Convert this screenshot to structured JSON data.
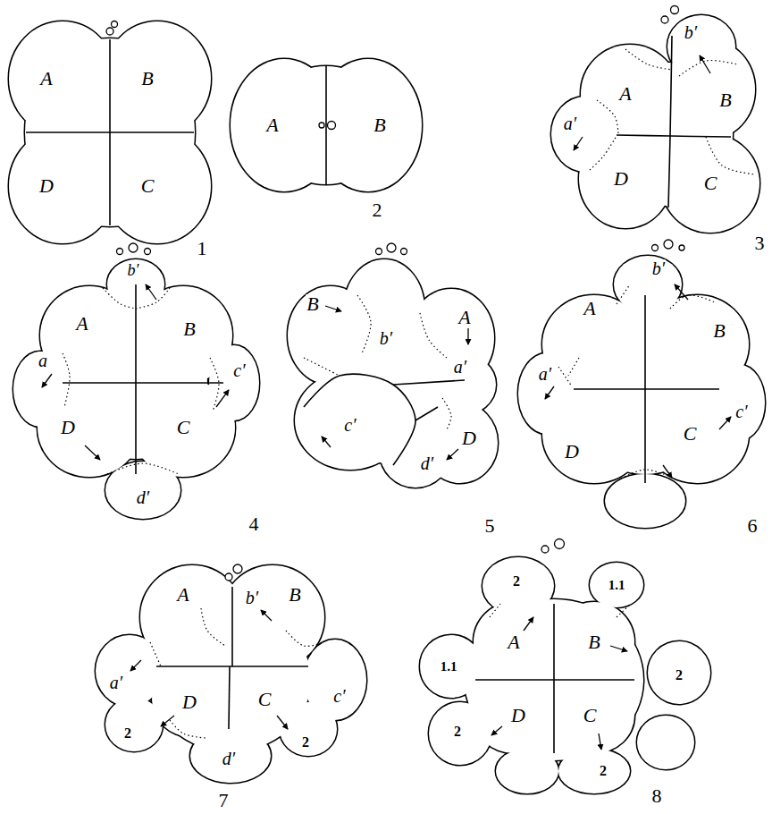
{
  "diagram": {
    "labels": [
      "A",
      "B",
      "D",
      "C",
      "1",
      "A",
      "B",
      "2",
      "b′",
      "A",
      "B",
      "a′",
      "D",
      "C",
      "3",
      "b′",
      "A",
      "B",
      "a",
      "c′",
      "D",
      "C",
      "d′",
      "4",
      "B",
      "b′",
      "A",
      "a′",
      "c′",
      "d′",
      "D",
      "5",
      "b′",
      "A",
      "B",
      "a′",
      "c′",
      "D",
      "C",
      "6",
      "b′",
      "A",
      "B",
      "a′",
      "c′",
      "2",
      "D",
      "C",
      "2",
      "d′",
      "7",
      "2",
      "1.1",
      "A",
      "B",
      "2",
      "1.1",
      "2",
      "D",
      "C",
      "2",
      "8"
    ]
  }
}
